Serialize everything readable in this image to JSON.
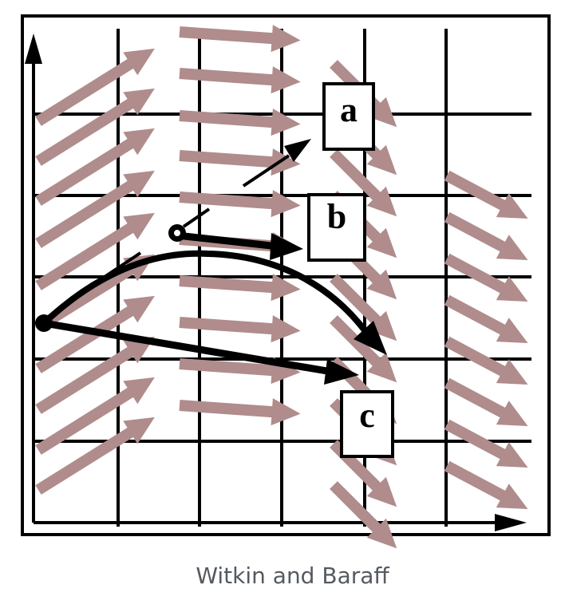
{
  "labels": {
    "a": "a",
    "b": "b",
    "c": "c"
  },
  "caption": "Witkin and Baraff",
  "colors": {
    "field_arrow": "#b08c8c",
    "ink": "#000000",
    "background": "#ffffff"
  }
}
